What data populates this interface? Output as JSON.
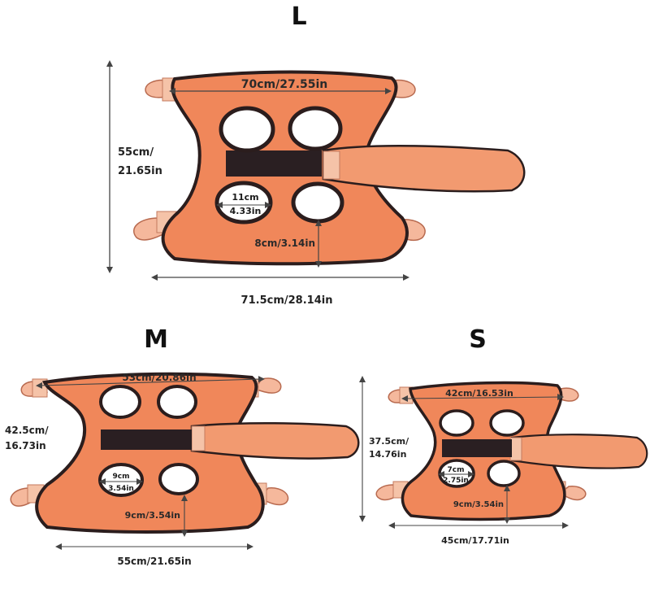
{
  "colors": {
    "vest_fill": "#f0875a",
    "vest_border": "#2b1d1d",
    "strap_fill": "#f29a70",
    "tab_fill": "#f5b89c",
    "velcro": "#2a1f22",
    "hole_fill": "#ffffff",
    "arrow": "#444444"
  },
  "large": {
    "size": "L",
    "width_top": "70cm/27.55in",
    "height_line1": "55cm/",
    "height_line2": "21.65in",
    "hole_line1": "11cm",
    "hole_line2": "4.33in",
    "gap": "8cm/3.14in",
    "total_width": "71.5cm/28.14in"
  },
  "medium": {
    "size": "M",
    "width_top": "53cm/20.86in",
    "height_line1": "42.5cm/",
    "height_line2": "16.73in",
    "hole_line1": "9cm",
    "hole_line2": "3.54in",
    "gap": "9cm/3.54in",
    "total_width": "55cm/21.65in"
  },
  "small": {
    "size": "S",
    "width_top": "42cm/16.53in",
    "height_line1": "37.5cm/",
    "height_line2": "14.76in",
    "hole_line1": "7cm",
    "hole_line2": "2.75in",
    "gap": "9cm/3.54in",
    "total_width": "45cm/17.71in"
  }
}
